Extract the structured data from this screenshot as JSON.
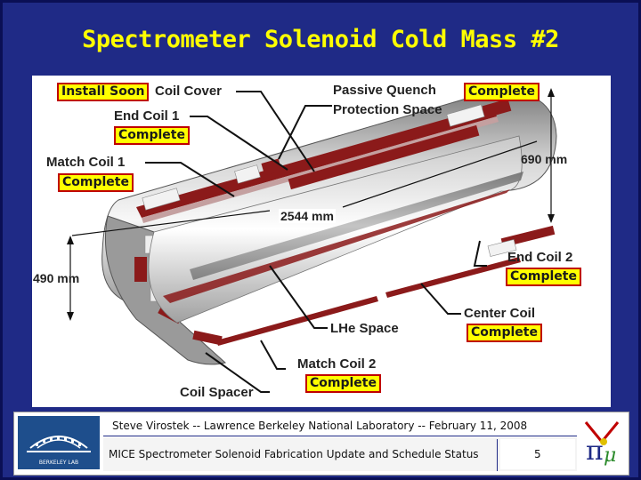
{
  "title": "Spectrometer Solenoid Cold Mass #2",
  "labels": {
    "coil_cover": "Coil Cover",
    "end_coil_1": "End Coil 1",
    "passive_quench_line1": "Passive Quench",
    "passive_quench_line2": "Protection Space",
    "match_coil_1": "Match Coil 1",
    "end_coil_2": "End Coil 2",
    "lhe_space": "LHe Space",
    "center_coil": "Center Coil",
    "match_coil_2": "Match Coil 2",
    "coil_spacer": "Coil Spacer"
  },
  "status": {
    "coil_cover": "Install Soon",
    "end_coil_1": "Complete",
    "passive_quench": "Complete",
    "match_coil_1": "Complete",
    "end_coil_2": "Complete",
    "center_coil": "Complete",
    "match_coil_2": "Complete"
  },
  "dimensions": {
    "outer_diameter": "690 mm",
    "length": "2544 mm",
    "inner_diameter": "490 mm"
  },
  "footer": {
    "author_line": "Steve Virostek -- Lawrence Berkeley National Laboratory -- February 11, 2008",
    "presentation": "MICE Spectrometer Solenoid Fabrication Update and Schedule Status",
    "page": "5",
    "lbl_logo_text": "BERKELEY LAB"
  },
  "colors": {
    "background": "#1f2a86",
    "title": "#ffff00",
    "status_fill": "#ffff00",
    "status_border": "#c00000",
    "coil": "#8b1a1a"
  }
}
